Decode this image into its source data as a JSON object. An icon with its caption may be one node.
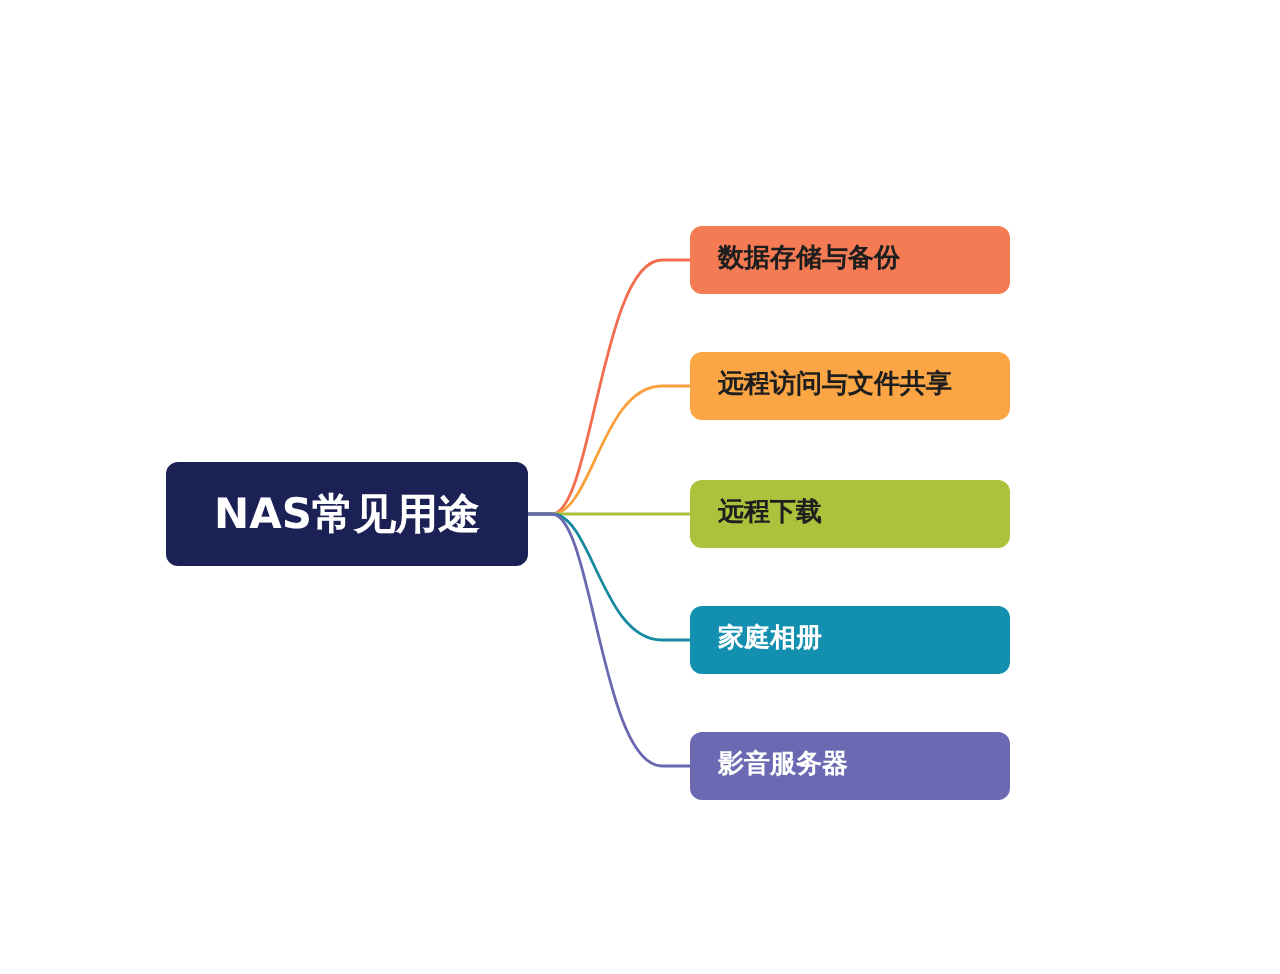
{
  "diagram": {
    "nodes": [
      {
        "text": [
          "NAS常见用途"
        ]
      },
      {
        "text": [
          "数据存储与备份"
        ]
      },
      {
        "text": [
          "远程访问与文件共享"
        ]
      },
      {
        "text": [
          "远程下载"
        ]
      },
      {
        "text": [
          "家庭相册"
        ]
      },
      {
        "text": [
          "影音服务器"
        ]
      }
    ],
    "edges": [
      {
        "from": 0,
        "to": 1,
        "arrow": "none",
        "color": "#f26d4d"
      },
      {
        "from": 0,
        "to": 2,
        "arrow": "none",
        "color": "#f9a03c"
      },
      {
        "from": 0,
        "to": 3,
        "arrow": "none",
        "color": "#a8c03a"
      },
      {
        "from": 0,
        "to": 4,
        "arrow": "none",
        "color": "#15899f"
      },
      {
        "from": 0,
        "to": 5,
        "arrow": "none",
        "color": "#6a68b0"
      }
    ]
  }
}
